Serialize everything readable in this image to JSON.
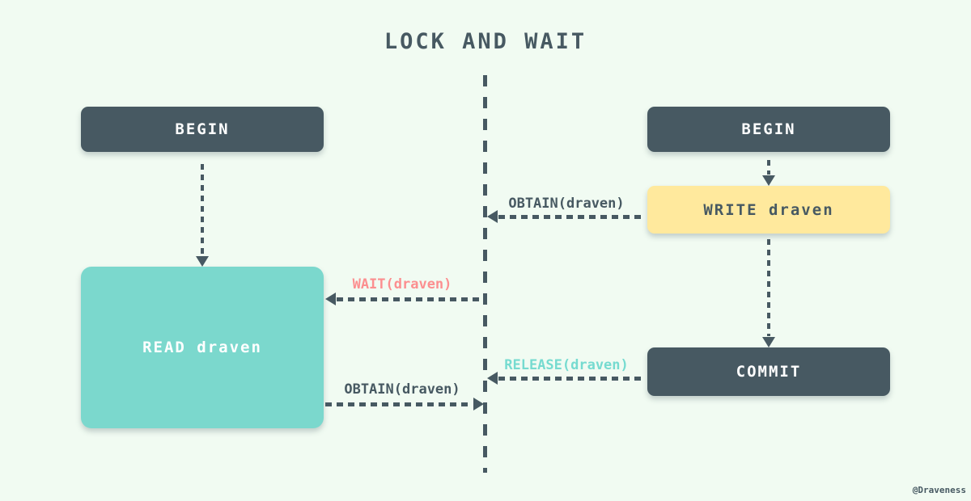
{
  "title": "LOCK AND WAIT",
  "credit": "@Draveness",
  "colors": {
    "background": "#f1fbf2",
    "slate": "#475962",
    "teal_box": "#7bd8cd",
    "yellow_box": "#ffe99d",
    "pink_label": "#fc8f90",
    "teal_label": "#76dbd0",
    "box_text_light": "#ffffff"
  },
  "left_transaction": {
    "begin_label": "BEGIN",
    "read_label": "READ draven"
  },
  "right_transaction": {
    "begin_label": "BEGIN",
    "write_label": "WRITE draven",
    "commit_label": "COMMIT"
  },
  "messages": {
    "obtain_write": {
      "label": "OBTAIN(draven)"
    },
    "wait": {
      "label": "WAIT(draven)"
    },
    "release": {
      "label": "RELEASE(draven)"
    },
    "obtain_read": {
      "label": "OBTAIN(draven)"
    }
  }
}
